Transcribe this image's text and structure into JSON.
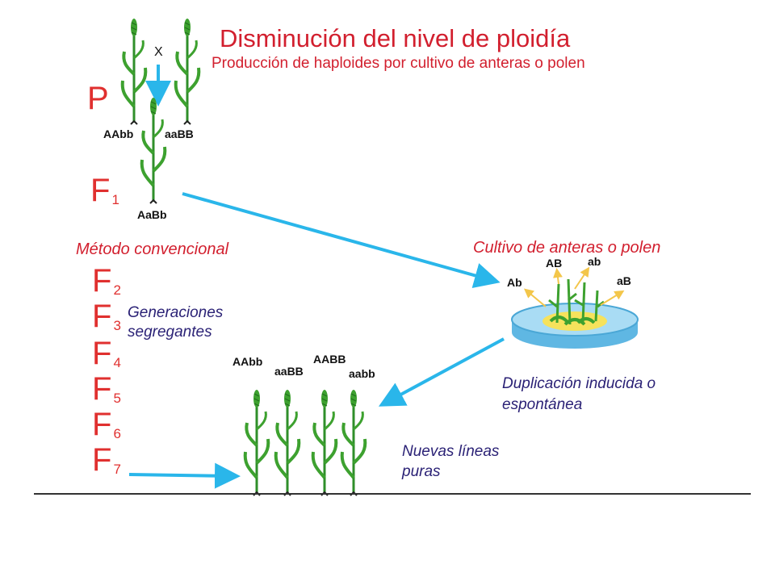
{
  "title": "Disminución del nivel de ploidía",
  "subtitle": "Producción de haploides por cultivo de anteras o polen",
  "cross_symbol": "X",
  "parents": {
    "label": "P",
    "genotype_left": "AAbb",
    "genotype_right": "aaBB"
  },
  "f1": {
    "label": "F",
    "index": "1",
    "genotype": "AaBb"
  },
  "conventional": {
    "heading": "Método convencional",
    "generations": [
      {
        "label": "F",
        "index": "2"
      },
      {
        "label": "F",
        "index": "3"
      },
      {
        "label": "F",
        "index": "4"
      },
      {
        "label": "F",
        "index": "5"
      },
      {
        "label": "F",
        "index": "6"
      },
      {
        "label": "F",
        "index": "7"
      }
    ],
    "segregating_line1": "Generaciones",
    "segregating_line2": "segregantes"
  },
  "culture": {
    "heading": "Cultivo de anteras o polen",
    "gametes": [
      "AB",
      "ab",
      "Ab",
      "aB"
    ]
  },
  "duplication": {
    "line1": "Duplicación inducida o",
    "line2": "espontánea"
  },
  "pure_lines": {
    "genotypes": [
      "AAbb",
      "aaBB",
      "AABB",
      "aabb"
    ],
    "label_line1": "Nuevas líneas",
    "label_line2": "puras"
  },
  "colors": {
    "accent_red": "#d21f2e",
    "arrow_blue": "#2ab6ea",
    "text_navy": "#2b2276",
    "plant_green": "#3da12f"
  }
}
